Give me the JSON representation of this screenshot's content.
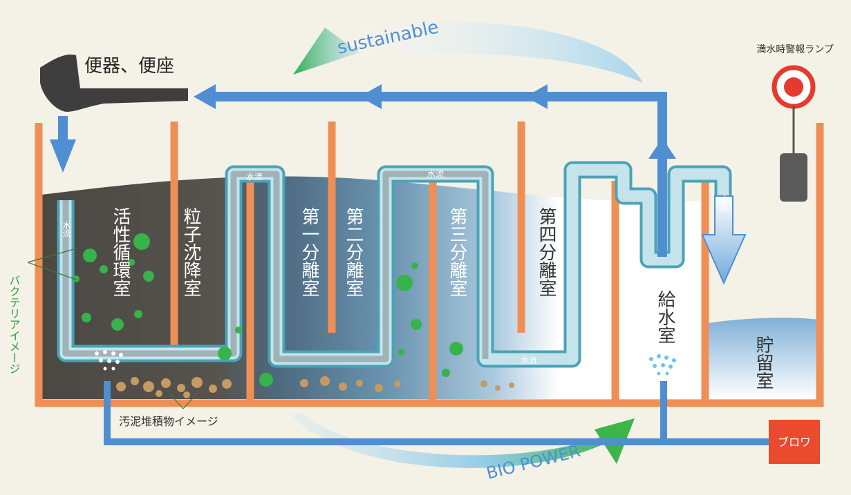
{
  "labels": {
    "toilet": "便器、便座",
    "lamp": "満水時警報ランプ",
    "sustainable": "sustainable",
    "bio_power": "BIO POWER",
    "bacteria_image": "バクテリアイメージ",
    "sludge_image": "汚泥堆積物イメージ",
    "water_flow": "水流",
    "blower": "ブロワ"
  },
  "chambers": {
    "active": "活性循環室",
    "particle": "粒子沈降室",
    "first": "第一分離室",
    "second": "第二分離室",
    "third": "第三分離室",
    "fourth": "第四分離室",
    "supply": "給水室",
    "storage": "貯留室"
  },
  "colors": {
    "tank_wall": "#ef8f55",
    "flow_blue": "#4f8fd1",
    "pipe_teal": "#4aa3b6",
    "bacteria_green": "#38b24a",
    "sludge_tan": "#c59a63",
    "dark_water": "#514e48",
    "blower_red": "#ea4a2d"
  }
}
